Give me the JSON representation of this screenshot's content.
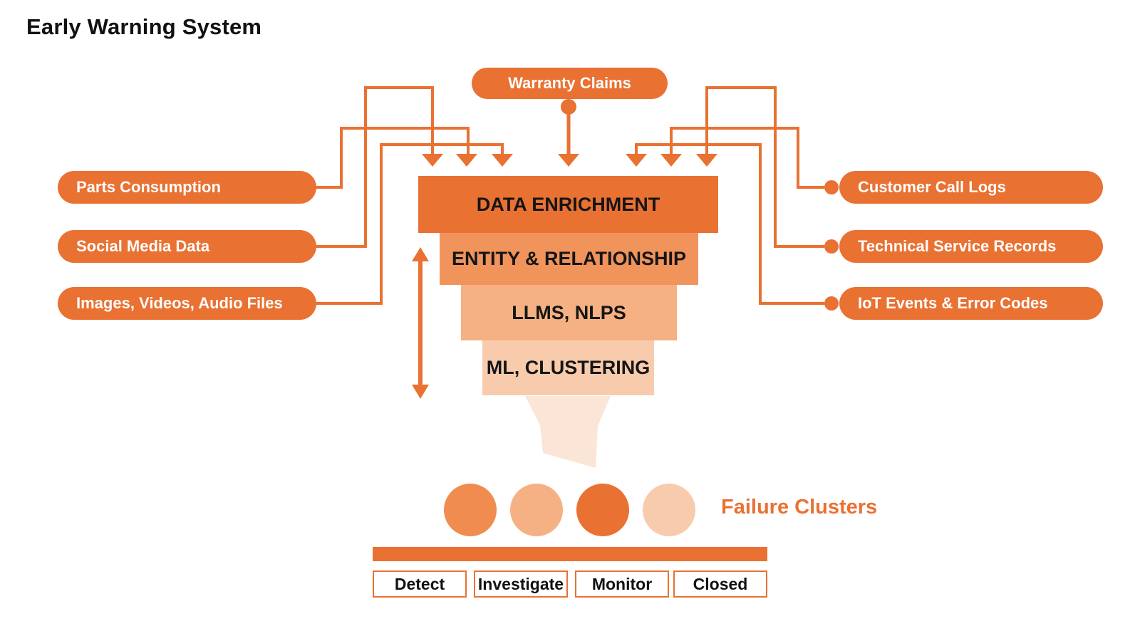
{
  "title": "Early Warning System",
  "colors": {
    "accent_orange": "#E97132",
    "funnel_layer_1": "#E97132",
    "funnel_layer_2": "#F0945C",
    "funnel_layer_3": "#F5B183",
    "funnel_layer_4": "#F8CBAD",
    "funnel_spout": "#FBE5D6",
    "pill_text": "#FFFFFF",
    "dark_text": "#111111"
  },
  "top_source": {
    "label": "Warranty Claims"
  },
  "left_sources": [
    {
      "label": "Parts Consumption"
    },
    {
      "label": "Social Media Data"
    },
    {
      "label": "Images, Videos, Audio Files"
    }
  ],
  "right_sources": [
    {
      "label": "Customer Call Logs"
    },
    {
      "label": "Technical Service Records"
    },
    {
      "label": "IoT Events & Error Codes"
    }
  ],
  "funnel_layers": [
    {
      "label": "DATA ENRICHMENT"
    },
    {
      "label": "ENTITY & RELATIONSHIP"
    },
    {
      "label": "LLMS, NLPS"
    },
    {
      "label": "ML, CLUSTERING"
    }
  ],
  "failure_clusters": {
    "label": "Failure Clusters",
    "circle_colors": [
      "#F08C50",
      "#F5B183",
      "#E97132",
      "#F8CBAD"
    ]
  },
  "stages": [
    {
      "label": "Detect"
    },
    {
      "label": "Investigate"
    },
    {
      "label": "Monitor"
    },
    {
      "label": "Closed"
    }
  ]
}
